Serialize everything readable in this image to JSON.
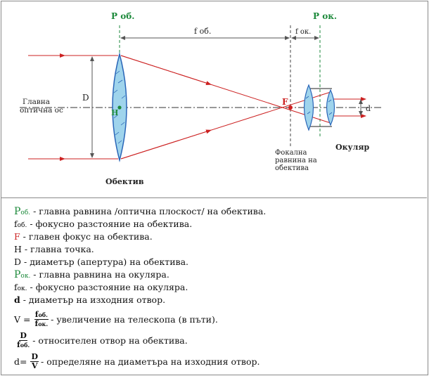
{
  "diagram": {
    "label_p_ob": "P об.",
    "label_p_ok": "P ок.",
    "label_f_ob": "f об.",
    "label_f_ok": "f ок.",
    "label_D": "D",
    "label_H": "H",
    "label_F": "F",
    "label_d": "d",
    "axis_label_line1": "Главна",
    "axis_label_line2": "оптична ос",
    "objective_label": "Обектив",
    "eyepiece_label": "Окуляр",
    "focal_plane_line1": "Фокална",
    "focal_plane_line2": "равнина на",
    "focal_plane_line3": "обектива",
    "colors": {
      "green": "#1e8a3c",
      "red": "#cc2222",
      "lens": "#9fd4ec",
      "lens_edge": "#2a66b8"
    }
  },
  "legend": {
    "p_ob": {
      "sym": "P",
      "sub": "об.",
      "text": " - главна равнина /оптична плоскост/ на обектива."
    },
    "f_ob": {
      "sym": "f",
      "sub": "об.",
      "text": " - фокусно разстояние на обектива."
    },
    "F": {
      "sym": "F",
      "text": " - главен фокус на обектива."
    },
    "H": {
      "sym": "H",
      "text": " - главна точка."
    },
    "D": {
      "sym": "D",
      "text": " - диаметър (апертура) на обектива."
    },
    "p_ok": {
      "sym": "P",
      "sub": "ок.",
      "text": " - главна равнина на окуляра."
    },
    "f_ok": {
      "sym": "f",
      "sub": "ок.",
      "text": " - фокусно разстояние на окуляра."
    },
    "d": {
      "sym": "d",
      "text": " - диаметър на изходния отвор."
    },
    "V": {
      "lhs": "V =",
      "num": "f",
      "num_sub": "об.",
      "den": "f",
      "den_sub": "ок.",
      "text": " - увеличение на телескопа (в пъти)."
    },
    "rel": {
      "num": "D",
      "den": "f",
      "den_sub": "об.",
      "text": " - относителен отвор на обектива."
    },
    "dd": {
      "lhs": "d=",
      "num": "D",
      "den": "V",
      "text": " - определяне на диаметъра на изходния отвор."
    }
  }
}
